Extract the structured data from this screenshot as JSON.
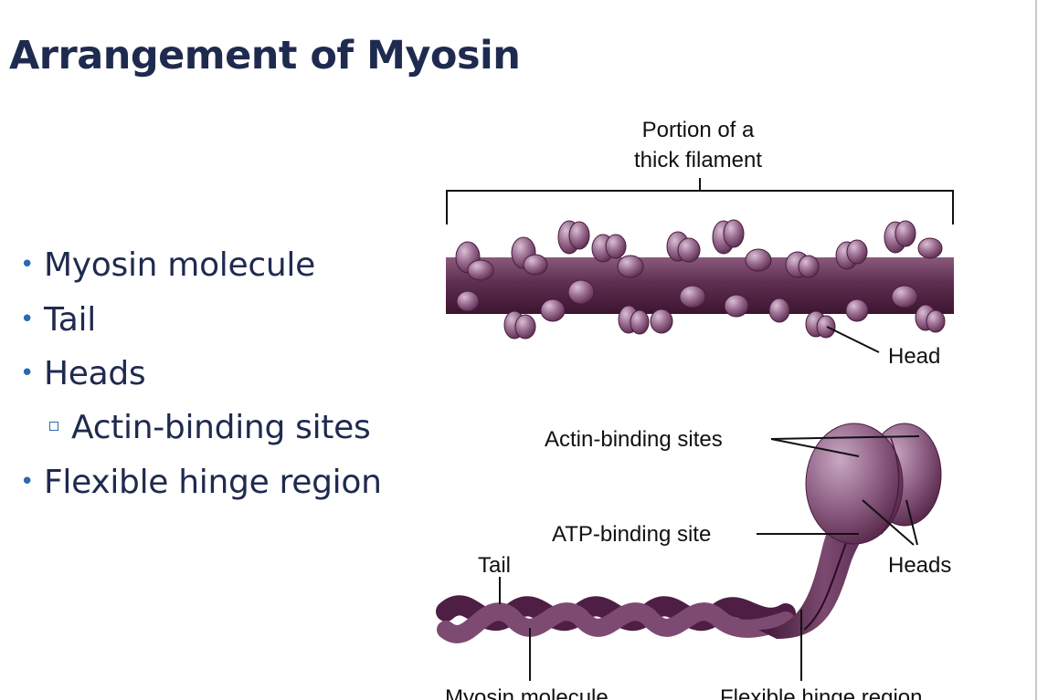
{
  "slide": {
    "title": "Arrangement of Myosin",
    "bullets": [
      {
        "text": "Myosin molecule",
        "level": 1
      },
      {
        "text": "Tail",
        "level": 1
      },
      {
        "text": "Heads",
        "level": 1
      },
      {
        "text": "Actin-binding sites",
        "level": 2
      },
      {
        "text": "Flexible hinge region",
        "level": 1
      }
    ]
  },
  "figure": {
    "thick_filament_label_line1": "Portion of a",
    "thick_filament_label_line2": "thick filament",
    "head_label": "Head",
    "actin_binding_label": "Actin-binding sites",
    "atp_binding_label": "ATP-binding site",
    "heads_label": "Heads",
    "tail_label": "Tail",
    "myosin_molecule_label": "Myosin molecule",
    "hinge_label": "Flexible hinge region"
  },
  "colors": {
    "title": "#1f2a4f",
    "bullet_text": "#1f2a4f",
    "bullet_marker": "#2c69b0",
    "myosin_dark": "#4e2540",
    "myosin_mid": "#7a4a6c",
    "myosin_light": "#b996b4"
  }
}
